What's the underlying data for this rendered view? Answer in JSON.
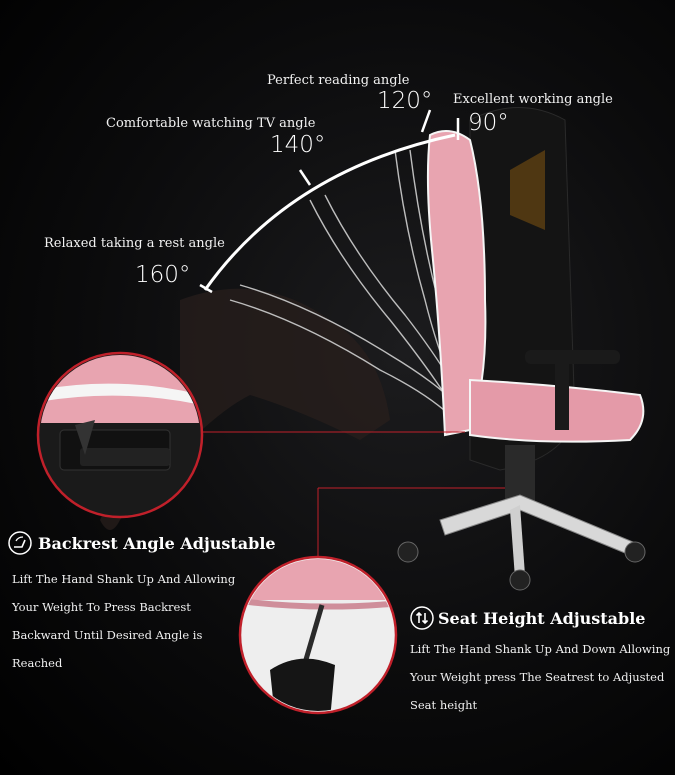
{
  "angles": {
    "a90": {
      "label": "Excellent working angle",
      "value": "90°"
    },
    "a120": {
      "label": "Perfect reading angle",
      "value": "120°"
    },
    "a140": {
      "label": "Comfortable watching TV angle",
      "value": "140°"
    },
    "a160": {
      "label": "Relaxed taking a rest angle",
      "value": "160°"
    }
  },
  "backrest": {
    "title": "Backrest  Angle  Adjustable",
    "icon": "backrest-recline-icon",
    "lines": [
      "Lift The Hand Shank Up And Allowing",
      "Your Weight To Press Backrest",
      "Backward Until Desired Angle is",
      "Reached"
    ]
  },
  "seat": {
    "title": "Seat Height Adjustable",
    "icon": "up-down-arrows-icon",
    "lines": [
      "Lift The Hand Shank Up  And Down Allowing",
      "Your  Weight press The Seatrest to Adjusted",
      "Seat  height"
    ]
  },
  "colors": {
    "background": "#000000",
    "chair_pink": "#e8a4b0",
    "accent_red": "#c0202a",
    "text": "#ffffff"
  }
}
